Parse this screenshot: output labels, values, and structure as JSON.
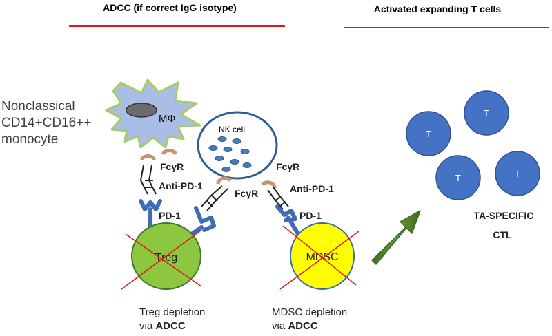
{
  "headers": {
    "adcc": "ADCC (if correct IgG isotype)",
    "activated": "Activated expanding T cells"
  },
  "monocyte": {
    "line1": "Nonclassical",
    "line2": "CD14+CD16++",
    "line3": "monocyte",
    "mphi_label": "MΦ"
  },
  "nk_cell": {
    "label": "NK cell"
  },
  "receptors": {
    "fcgr_left": "FcγR",
    "fcgr_center": "FcγR",
    "fcgr_right": "FcγR",
    "anti_pd1_left": "Anti-PD-1",
    "anti_pd1_right": "Anti-PD-1",
    "pd1_left": "PD-1",
    "pd1_right": "PD-1"
  },
  "cells": {
    "treg": "Treg",
    "mdsc": "MDSC",
    "t_cell": "T"
  },
  "captions": {
    "treg_line1": "Treg depletion",
    "treg_line2_prefix": "via ",
    "treg_line2_bold": "ADCC",
    "mdsc_line1": "MDSC  depletion",
    "mdsc_line2_prefix": "via ",
    "mdsc_line2_bold": "ADCC",
    "ctl_line1": "TA-SPECIFIC",
    "ctl_line2": "CTL"
  },
  "colors": {
    "header_rule": "#e8101a",
    "t_cell": "#4472c4",
    "treg": "#8dc63f",
    "mdsc": "#ffff00",
    "cross": "#e8101a",
    "macrophage": "#aabde6",
    "nucleus": "#6b6b6b",
    "nk_outline": "#2e5c9a",
    "arrow": "#4f7a28"
  }
}
